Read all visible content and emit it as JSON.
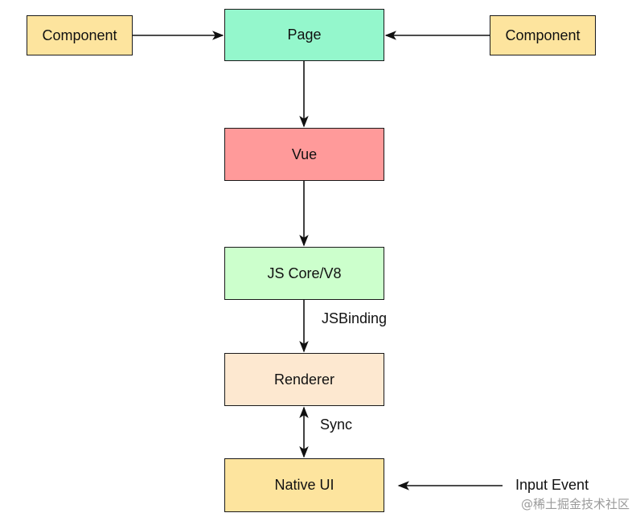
{
  "colors": {
    "component": "#fde49e",
    "page": "#94f7cc",
    "vue": "#ff9a9a",
    "jscore": "#ccffcc",
    "renderer": "#fde8d0",
    "nativeui": "#fde49e",
    "line": "#111111"
  },
  "nodes": {
    "component_left": "Component",
    "component_right": "Component",
    "page": "Page",
    "vue": "Vue",
    "jscore": "JS Core/V8",
    "renderer": "Renderer",
    "native_ui": "Native UI"
  },
  "edge_labels": {
    "jsbinding": "JSBinding",
    "sync": "Sync",
    "input_event": "Input Event"
  },
  "watermark": "@稀土掘金技术社区"
}
